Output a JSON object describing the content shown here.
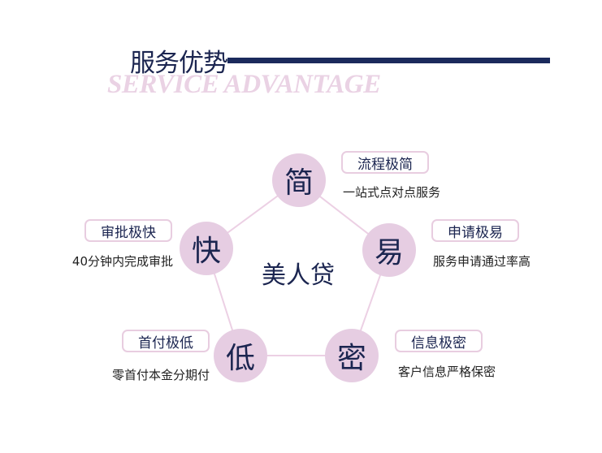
{
  "header": {
    "title": "服务优势",
    "subtitle": "SERVICE ADVANTAGE"
  },
  "center_label": "美人贷",
  "items": [
    {
      "char": "简",
      "tag": "流程极简",
      "desc": "一站式点对点服务"
    },
    {
      "char": "易",
      "tag": "申请极易",
      "desc": "服务申请通过率高"
    },
    {
      "char": "密",
      "tag": "信息极密",
      "desc": "客户信息严格保密"
    },
    {
      "char": "低",
      "tag": "首付极低",
      "desc": "零首付本金分期付"
    },
    {
      "char": "快",
      "tag": "审批极快",
      "desc": "40分钟内完成审批"
    }
  ],
  "colors": {
    "navy": "#1b2550",
    "pink": "#e6cde2"
  }
}
